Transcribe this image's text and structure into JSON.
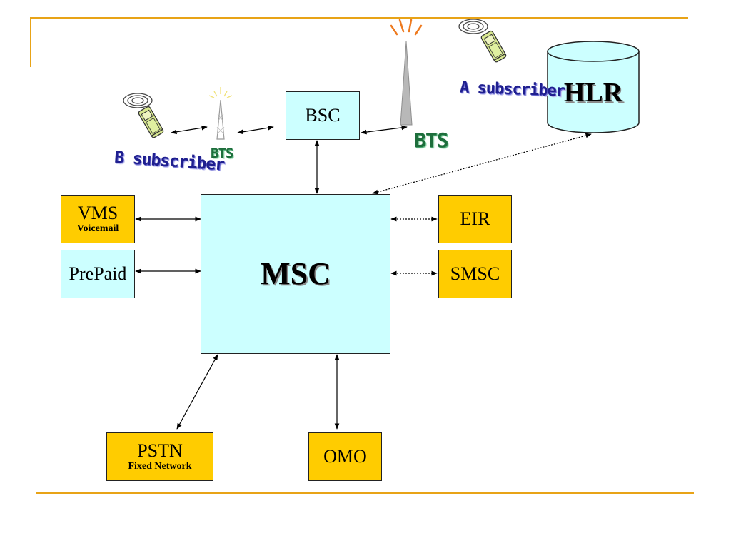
{
  "colors": {
    "accent_rule": "#e8a317",
    "box_blue": "#ccffff",
    "box_gold": "#ffcc00",
    "label_navy": "#1f1f8f",
    "label_green": "#1e6e3c"
  },
  "nodes": {
    "msc": {
      "label": "MSC"
    },
    "bsc": {
      "label": "BSC"
    },
    "hlr": {
      "label": "HLR"
    },
    "vms": {
      "label": "VMS",
      "sublabel": "Voicemail"
    },
    "prepaid": {
      "label": "PrePaid"
    },
    "eir": {
      "label": "EIR"
    },
    "smsc": {
      "label": "SMSC"
    },
    "pstn": {
      "label": "PSTN",
      "sublabel": "Fixed Network"
    },
    "omo": {
      "label": "OMO"
    }
  },
  "labels": {
    "b_subscriber": "B subscriber",
    "a_subscriber": "A subscriber",
    "bts_left": "BTS",
    "bts_right": "BTS"
  },
  "connections": [
    {
      "from": "phone-b",
      "to": "bts-left",
      "style": "solid"
    },
    {
      "from": "bts-left",
      "to": "bsc",
      "style": "solid"
    },
    {
      "from": "bsc",
      "to": "bts-right",
      "style": "solid"
    },
    {
      "from": "bsc",
      "to": "msc",
      "style": "solid"
    },
    {
      "from": "hlr",
      "to": "msc",
      "style": "dotted"
    },
    {
      "from": "vms",
      "to": "msc",
      "style": "solid"
    },
    {
      "from": "prepaid",
      "to": "msc",
      "style": "solid"
    },
    {
      "from": "eir",
      "to": "msc",
      "style": "dotted"
    },
    {
      "from": "smsc",
      "to": "msc",
      "style": "dotted"
    },
    {
      "from": "pstn",
      "to": "msc",
      "style": "solid"
    },
    {
      "from": "omo",
      "to": "msc",
      "style": "solid"
    }
  ]
}
